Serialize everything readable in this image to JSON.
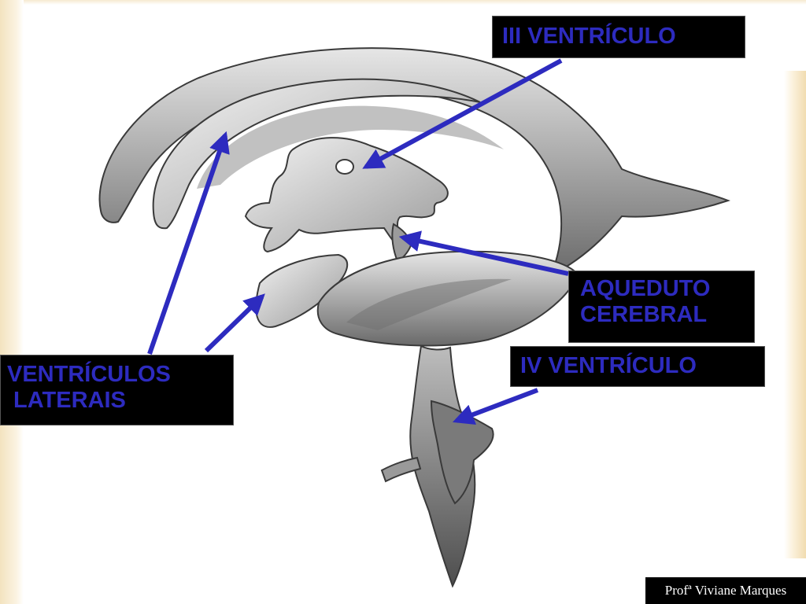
{
  "labels": {
    "third_ventricle": "III VENTRÍCULO",
    "cerebral_aqueduct": [
      "AQUEDUTO",
      "CEREBRAL"
    ],
    "fourth_ventricle": "IV VENTRÍCULO",
    "lateral_ventricles": [
      "VENTRÍCULOS",
      " LATERAIS"
    ]
  },
  "footer": {
    "author": "Profª Viviane Marques"
  },
  "colors": {
    "label_text": "#2d2bbf",
    "label_background": "#000000",
    "arrow": "#2d2bbf",
    "footer_text": "#ffffff",
    "footer_background": "#000000"
  }
}
